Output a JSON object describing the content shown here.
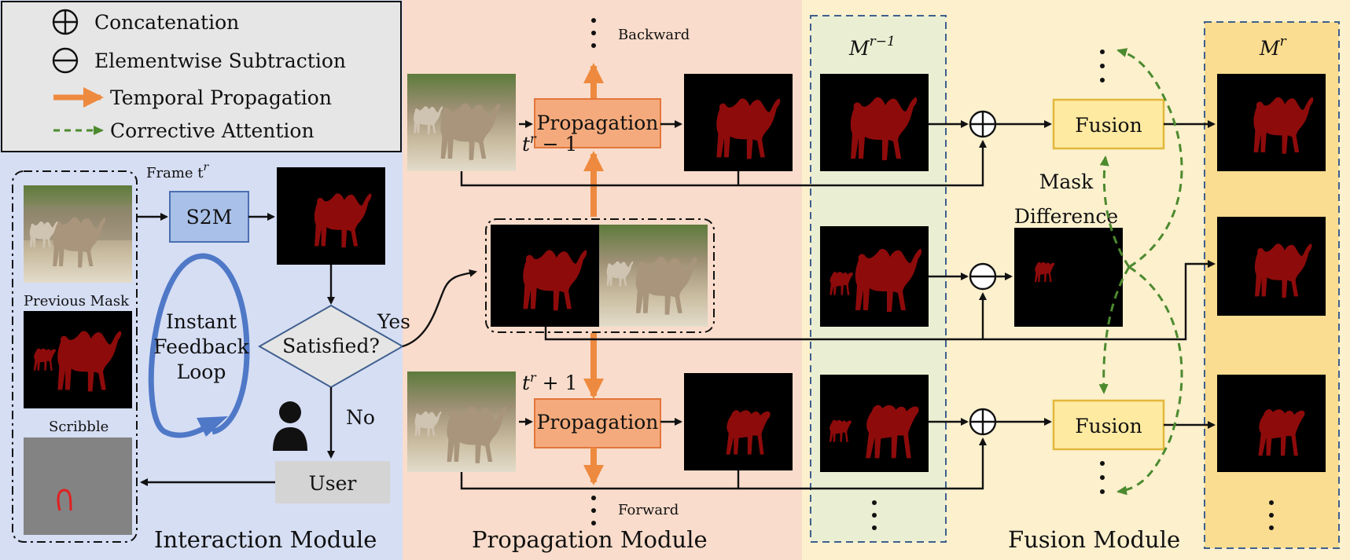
{
  "legend": {
    "concat": "Concatenation",
    "subtract": "Elementwise Subtraction",
    "temporal": "Temporal Propagation",
    "corrective": "Corrective Attention"
  },
  "interaction": {
    "title": "Interaction Module",
    "frame_label": "Frame t",
    "frame_sup": "r",
    "previous_mask": "Previous Mask",
    "scribble": "Scribble",
    "s2m": "S2M",
    "loop_line1": "Instant",
    "loop_line2": "Feedback",
    "loop_line3": "Loop",
    "satisfied": "Satisfied?",
    "yes": "Yes",
    "no": "No",
    "user": "User"
  },
  "propagation": {
    "title": "Propagation Module",
    "backward": "Backward",
    "forward": "Forward",
    "prop_label": "Propagation",
    "t_minus_base": "t",
    "t_minus_sup": "r",
    "t_minus_tail": " − 1",
    "t_plus_base": "t",
    "t_plus_sup": "r",
    "t_plus_tail": " + 1"
  },
  "fusion": {
    "title": "Fusion Module",
    "fusion_label": "Fusion",
    "mask_diff_line1": "Mask",
    "mask_diff_line2": "Difference",
    "m_prev_base": "M",
    "m_prev_sup": "r−1",
    "m_cur_base": "M",
    "m_cur_sup": "r"
  },
  "colors": {
    "interaction_bg": "#d6def4",
    "propagation_bg": "#f9dccb",
    "fusion_bg": "#fcf0cd",
    "mprev_bg": "#eaefd3",
    "mcur_bg": "#fbdd91",
    "s2m_fill": "#a9c0e8",
    "prop_fill": "#f4aa7c",
    "prop_stroke": "#e2763a",
    "fusion_fill": "#ffeaa1",
    "fusion_stroke": "#e1b83c",
    "orange_arrow": "#ee8a3f",
    "green_dash": "#4c8a2e",
    "loop_blue": "#4f78c7",
    "mask_red": "#8e0b0b",
    "scribble_red": "#e02020"
  }
}
